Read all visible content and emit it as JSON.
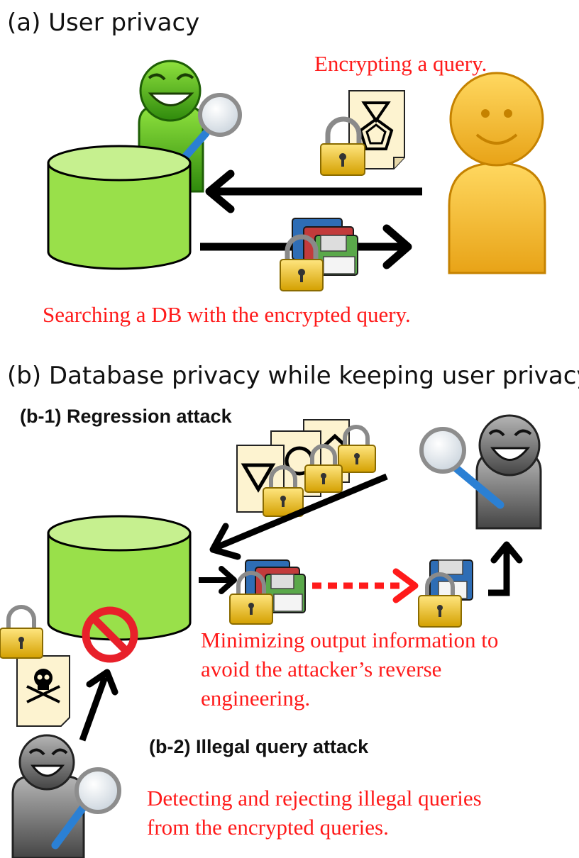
{
  "section_a": {
    "title": "(a) User privacy",
    "caption_top": "Encrypting a query.",
    "caption_bottom": "Searching a DB with the encrypted query."
  },
  "section_b": {
    "title": "(b) Database privacy while keeping user privacy",
    "b1": {
      "title": "(b-1) Regression attack",
      "caption_lines": [
        "Minimizing  output information  to",
        "avoid the attacker’s reverse",
        "engineering."
      ]
    },
    "b2": {
      "title": "(b-2) Illegal query attack",
      "caption_lines": [
        "Detecting and rejecting  illegal  queries",
        "from the encrypted queries."
      ]
    }
  },
  "colors": {
    "caption": "#ff1a1a",
    "database": "#99e04a",
    "attacker_green": "#5fc21b",
    "user_yellow": "#f5c238",
    "attacker_gray": "#8a8a8a"
  },
  "icons": [
    "database-icon",
    "user-icon",
    "attacker-icon",
    "magnifier-icon",
    "padlock-icon",
    "document-icon",
    "floppy-disk-icon",
    "skull-icon",
    "prohibited-icon",
    "arrow-icon"
  ]
}
